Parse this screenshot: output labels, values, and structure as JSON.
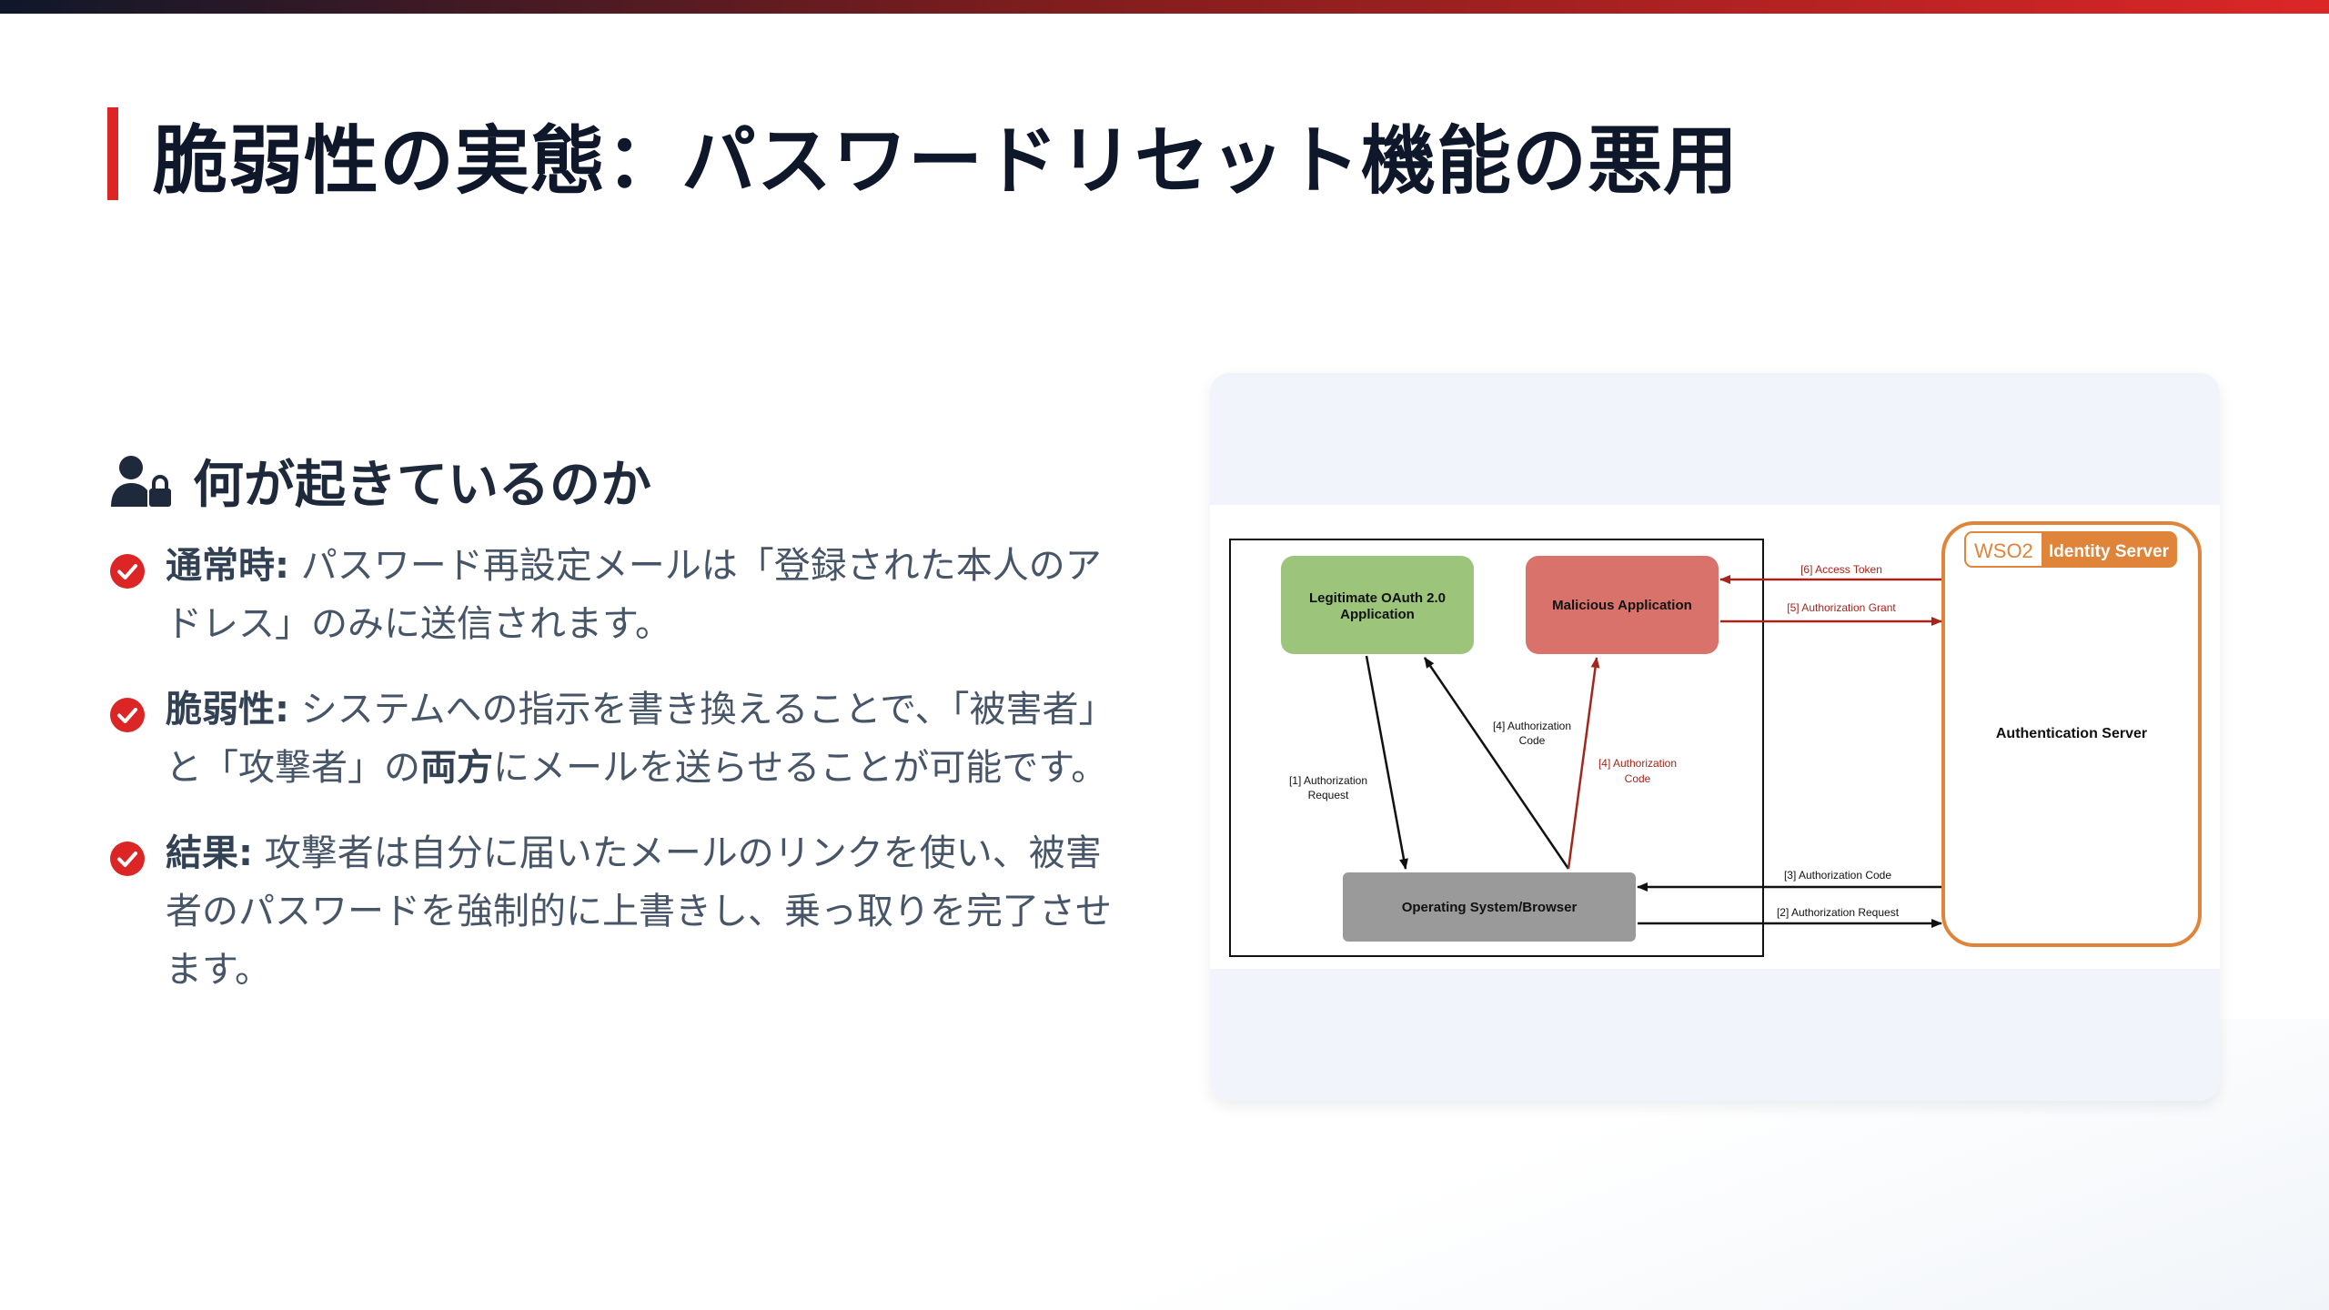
{
  "slide": {
    "title": "脆弱性の実態：パスワードリセット機能の悪用"
  },
  "section": {
    "heading": "何が起きているのか",
    "icon": "user-lock-icon"
  },
  "points": [
    {
      "label": "通常時:",
      "text": " パスワード再設定メールは「登録された本人のアドレス」のみに送信されます。"
    },
    {
      "label": "脆弱性:",
      "text_before": " システムへの指示を書き換えることで、「被害者」と「攻撃者」の",
      "emphasis": "両方",
      "text_after": "にメールを送らせることが可能です。"
    },
    {
      "label": "結果:",
      "text": " 攻撃者は自分に届いたメールのリンクを使い、被害者のパスワードを強制的に上書きし、乗っ取りを完了させます。"
    }
  ],
  "diagram": {
    "legit_app": [
      "Legitimate OAuth 2.0",
      "Application"
    ],
    "malicious_app": "Malicious Application",
    "os_browser": "Operating System/Browser",
    "auth_server": "Authentication Server",
    "wso2_logo": "WSO2",
    "identity_server": "Identity Server",
    "arrows": {
      "a1": [
        "[1] Authorization",
        "Request"
      ],
      "a2": "[2] Authorization Request",
      "a3": "[3] Authorization Code",
      "a4_black": [
        "[4] Authorization",
        "Code"
      ],
      "a4_red": [
        "[4] Authorization",
        "Code"
      ],
      "a5": "[5] Authorization Grant",
      "a6": "[6] Access Token"
    }
  },
  "colors": {
    "accent": "#dc2626",
    "title": "#0f172a",
    "legit_green": "#9cc47a",
    "malicious_red": "#d9726b",
    "os_gray": "#9a9a9a",
    "server_orange": "#e0843a",
    "arrow_red": "#a3251b"
  }
}
